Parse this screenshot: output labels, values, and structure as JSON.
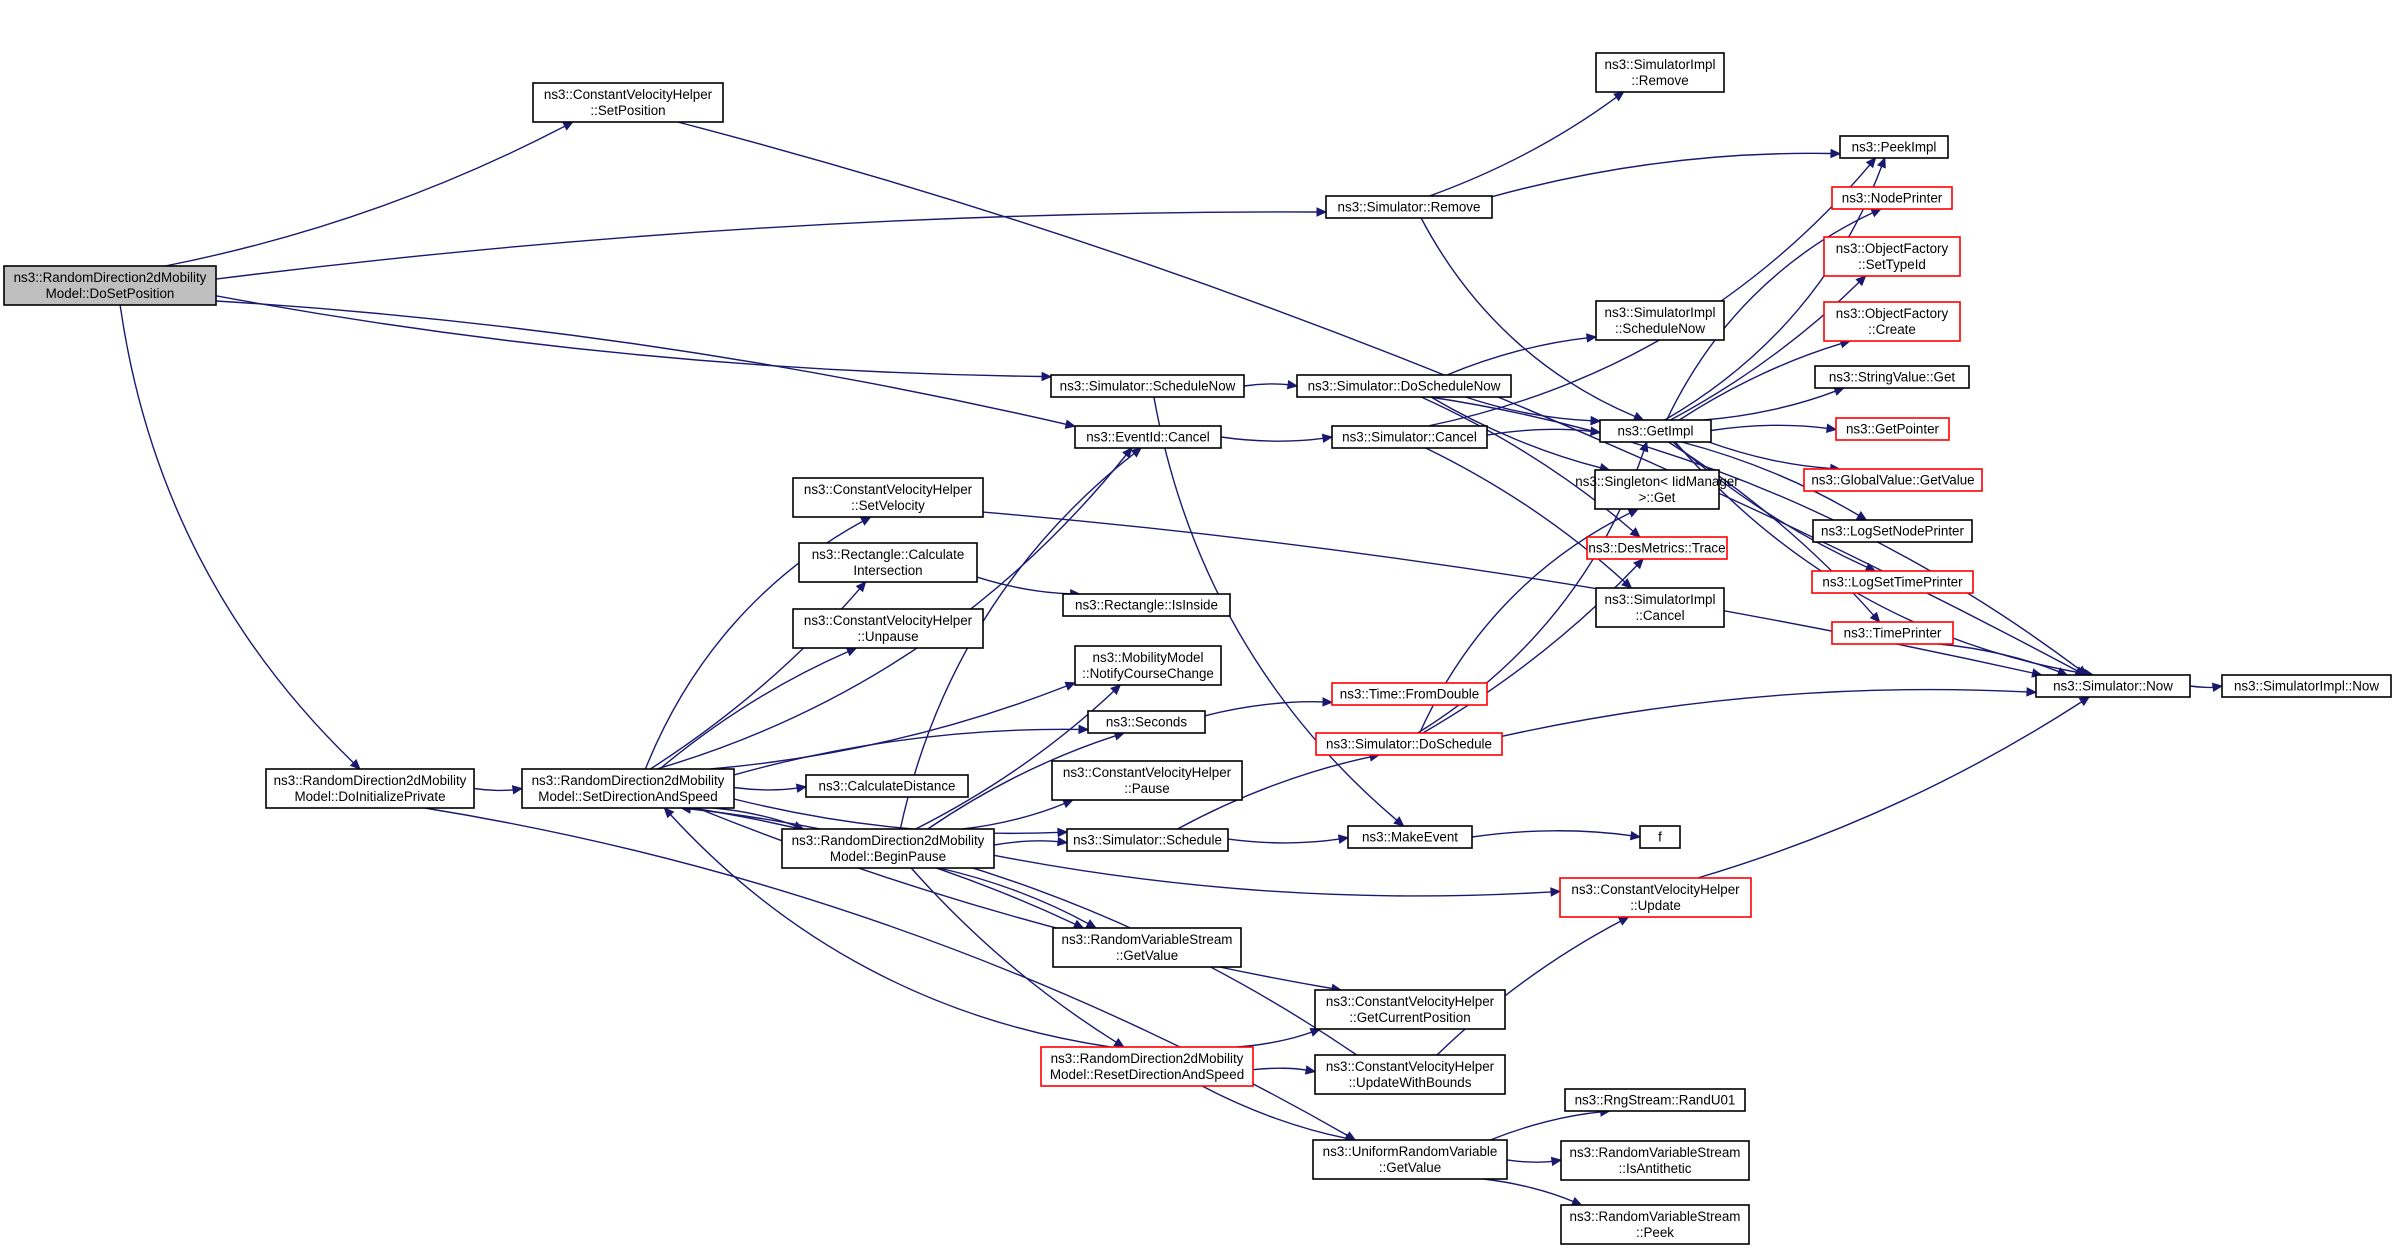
{
  "colors": {
    "edge": "#191970",
    "border_default": "#000000",
    "border_undocumented": "#ff0000",
    "fill_default": "#ffffff",
    "fill_focus": "#bfbfbf"
  },
  "nodes": [
    {
      "id": "doset",
      "lines": [
        "ns3::RandomDirection2dMobility",
        "Model::DoSetPosition"
      ],
      "style": "focus"
    },
    {
      "id": "cvh_setpos",
      "lines": [
        "ns3::ConstantVelocityHelper",
        "::SetPosition"
      ],
      "style": "normal"
    },
    {
      "id": "sim_remove",
      "lines": [
        "ns3::Simulator::Remove"
      ],
      "style": "normal"
    },
    {
      "id": "simimpl_remove",
      "lines": [
        "ns3::SimulatorImpl",
        "::Remove"
      ],
      "style": "normal"
    },
    {
      "id": "peekimpl",
      "lines": [
        "ns3::PeekImpl"
      ],
      "style": "normal"
    },
    {
      "id": "nodeprinter",
      "lines": [
        "ns3::NodePrinter"
      ],
      "style": "red"
    },
    {
      "id": "of_settypeid",
      "lines": [
        "ns3::ObjectFactory",
        "::SetTypeId"
      ],
      "style": "red"
    },
    {
      "id": "of_create",
      "lines": [
        "ns3::ObjectFactory",
        "::Create"
      ],
      "style": "red"
    },
    {
      "id": "stringvalue_get",
      "lines": [
        "ns3::StringValue::Get"
      ],
      "style": "normal"
    },
    {
      "id": "getpointer",
      "lines": [
        "ns3::GetPointer"
      ],
      "style": "red"
    },
    {
      "id": "globalvalue_getvalue",
      "lines": [
        "ns3::GlobalValue::GetValue"
      ],
      "style": "red"
    },
    {
      "id": "logsetnodeprinter",
      "lines": [
        "ns3::LogSetNodePrinter"
      ],
      "style": "normal"
    },
    {
      "id": "logsettimeprinter",
      "lines": [
        "ns3::LogSetTimePrinter"
      ],
      "style": "red"
    },
    {
      "id": "timeprinter",
      "lines": [
        "ns3::TimePrinter"
      ],
      "style": "red"
    },
    {
      "id": "sim_now",
      "lines": [
        "ns3::Simulator::Now"
      ],
      "style": "normal"
    },
    {
      "id": "simimpl_now",
      "lines": [
        "ns3::SimulatorImpl::Now"
      ],
      "style": "normal"
    },
    {
      "id": "simimpl_schedulenow",
      "lines": [
        "ns3::SimulatorImpl",
        "::ScheduleNow"
      ],
      "style": "normal"
    },
    {
      "id": "sim_schedulenow",
      "lines": [
        "ns3::Simulator::ScheduleNow"
      ],
      "style": "normal"
    },
    {
      "id": "sim_doschedulenow",
      "lines": [
        "ns3::Simulator::DoScheduleNow"
      ],
      "style": "normal"
    },
    {
      "id": "getimpl",
      "lines": [
        "ns3::GetImpl"
      ],
      "style": "normal"
    },
    {
      "id": "eventid_cancel",
      "lines": [
        "ns3::EventId::Cancel"
      ],
      "style": "normal"
    },
    {
      "id": "sim_cancel",
      "lines": [
        "ns3::Simulator::Cancel"
      ],
      "style": "normal"
    },
    {
      "id": "singleton_get",
      "lines": [
        "ns3::Singleton< IidManager",
        ">::Get"
      ],
      "style": "normal"
    },
    {
      "id": "desmetrics_trace",
      "lines": [
        "ns3::DesMetrics::Trace"
      ],
      "style": "red"
    },
    {
      "id": "simimpl_cancel",
      "lines": [
        "ns3::SimulatorImpl",
        "::Cancel"
      ],
      "style": "normal"
    },
    {
      "id": "cvh_setvelocity",
      "lines": [
        "ns3::ConstantVelocityHelper",
        "::SetVelocity"
      ],
      "style": "normal"
    },
    {
      "id": "rect_calcint",
      "lines": [
        "ns3::Rectangle::Calculate",
        "Intersection"
      ],
      "style": "normal"
    },
    {
      "id": "rect_isinside",
      "lines": [
        "ns3::Rectangle::IsInside"
      ],
      "style": "normal"
    },
    {
      "id": "cvh_unpause",
      "lines": [
        "ns3::ConstantVelocityHelper",
        "::Unpause"
      ],
      "style": "normal"
    },
    {
      "id": "mm_notify",
      "lines": [
        "ns3::MobilityModel",
        "::NotifyCourseChange"
      ],
      "style": "normal"
    },
    {
      "id": "seconds",
      "lines": [
        "ns3::Seconds"
      ],
      "style": "normal"
    },
    {
      "id": "time_fromdouble",
      "lines": [
        "ns3::Time::FromDouble"
      ],
      "style": "red"
    },
    {
      "id": "sim_doschedule",
      "lines": [
        "ns3::Simulator::DoSchedule"
      ],
      "style": "red"
    },
    {
      "id": "doinit",
      "lines": [
        "ns3::RandomDirection2dMobility",
        "Model::DoInitializePrivate"
      ],
      "style": "normal"
    },
    {
      "id": "setdir",
      "lines": [
        "ns3::RandomDirection2dMobility",
        "Model::SetDirectionAndSpeed"
      ],
      "style": "normal"
    },
    {
      "id": "calcdistance",
      "lines": [
        "ns3::CalculateDistance"
      ],
      "style": "normal"
    },
    {
      "id": "cvh_pause",
      "lines": [
        "ns3::ConstantVelocityHelper",
        "::Pause"
      ],
      "style": "normal"
    },
    {
      "id": "beginpause",
      "lines": [
        "ns3::RandomDirection2dMobility",
        "Model::BeginPause"
      ],
      "style": "normal"
    },
    {
      "id": "sim_schedule",
      "lines": [
        "ns3::Simulator::Schedule"
      ],
      "style": "normal"
    },
    {
      "id": "makeevent",
      "lines": [
        "ns3::MakeEvent"
      ],
      "style": "normal"
    },
    {
      "id": "f",
      "lines": [
        "f"
      ],
      "style": "normal"
    },
    {
      "id": "cvh_update",
      "lines": [
        "ns3::ConstantVelocityHelper",
        "::Update"
      ],
      "style": "red"
    },
    {
      "id": "rvs_getvalue",
      "lines": [
        "ns3::RandomVariableStream",
        "::GetValue"
      ],
      "style": "normal"
    },
    {
      "id": "cvh_getcurpos",
      "lines": [
        "ns3::ConstantVelocityHelper",
        "::GetCurrentPosition"
      ],
      "style": "normal"
    },
    {
      "id": "resetdir",
      "lines": [
        "ns3::RandomDirection2dMobility",
        "Model::ResetDirectionAndSpeed"
      ],
      "style": "red"
    },
    {
      "id": "cvh_updatebounds",
      "lines": [
        "ns3::ConstantVelocityHelper",
        "::UpdateWithBounds"
      ],
      "style": "normal"
    },
    {
      "id": "rngstream_randu01",
      "lines": [
        "ns3::RngStream::RandU01"
      ],
      "style": "normal"
    },
    {
      "id": "urv_getvalue",
      "lines": [
        "ns3::UniformRandomVariable",
        "::GetValue"
      ],
      "style": "normal"
    },
    {
      "id": "rvs_isantithetic",
      "lines": [
        "ns3::RandomVariableStream",
        "::IsAntithetic"
      ],
      "style": "normal"
    },
    {
      "id": "rvs_peek",
      "lines": [
        "ns3::RandomVariableStream",
        "::Peek"
      ],
      "style": "normal"
    }
  ],
  "edges": [
    [
      "doset",
      "cvh_setpos"
    ],
    [
      "doset",
      "sim_remove"
    ],
    [
      "doset",
      "sim_schedulenow"
    ],
    [
      "doset",
      "eventid_cancel"
    ],
    [
      "doset",
      "doinit"
    ],
    [
      "cvh_setpos",
      "sim_now"
    ],
    [
      "sim_remove",
      "simimpl_remove"
    ],
    [
      "sim_remove",
      "peekimpl"
    ],
    [
      "sim_remove",
      "getimpl"
    ],
    [
      "sim_schedulenow",
      "sim_doschedulenow"
    ],
    [
      "sim_schedulenow",
      "makeevent"
    ],
    [
      "sim_doschedulenow",
      "simimpl_schedulenow"
    ],
    [
      "sim_doschedulenow",
      "getimpl"
    ],
    [
      "sim_doschedulenow",
      "sim_now"
    ],
    [
      "sim_doschedulenow",
      "singleton_get"
    ],
    [
      "sim_doschedulenow",
      "desmetrics_trace"
    ],
    [
      "eventid_cancel",
      "sim_cancel"
    ],
    [
      "sim_cancel",
      "getimpl"
    ],
    [
      "sim_cancel",
      "peekimpl"
    ],
    [
      "sim_cancel",
      "simimpl_cancel"
    ],
    [
      "getimpl",
      "peekimpl"
    ],
    [
      "getimpl",
      "nodeprinter"
    ],
    [
      "getimpl",
      "of_settypeid"
    ],
    [
      "getimpl",
      "of_create"
    ],
    [
      "getimpl",
      "stringvalue_get"
    ],
    [
      "getimpl",
      "getpointer"
    ],
    [
      "getimpl",
      "globalvalue_getvalue"
    ],
    [
      "getimpl",
      "logsetnodeprinter"
    ],
    [
      "getimpl",
      "logsettimeprinter"
    ],
    [
      "getimpl",
      "timeprinter"
    ],
    [
      "getimpl",
      "sim_now"
    ],
    [
      "timeprinter",
      "sim_now"
    ],
    [
      "sim_now",
      "simimpl_now"
    ],
    [
      "cvh_setvelocity",
      "sim_now"
    ],
    [
      "rect_calcint",
      "rect_isinside"
    ],
    [
      "seconds",
      "time_fromdouble"
    ],
    [
      "sim_doschedule",
      "getimpl"
    ],
    [
      "sim_doschedule",
      "singleton_get"
    ],
    [
      "sim_doschedule",
      "desmetrics_trace"
    ],
    [
      "sim_doschedule",
      "sim_now"
    ],
    [
      "doinit",
      "setdir"
    ],
    [
      "doinit",
      "urv_getvalue"
    ],
    [
      "setdir",
      "eventid_cancel"
    ],
    [
      "setdir",
      "cvh_setvelocity"
    ],
    [
      "setdir",
      "rect_calcint"
    ],
    [
      "setdir",
      "cvh_unpause"
    ],
    [
      "setdir",
      "mm_notify"
    ],
    [
      "setdir",
      "seconds"
    ],
    [
      "setdir",
      "calcdistance"
    ],
    [
      "setdir",
      "beginpause"
    ],
    [
      "setdir",
      "sim_schedule"
    ],
    [
      "setdir",
      "rvs_getvalue"
    ],
    [
      "setdir",
      "cvh_getcurpos"
    ],
    [
      "beginpause",
      "eventid_cancel"
    ],
    [
      "beginpause",
      "mm_notify"
    ],
    [
      "beginpause",
      "seconds"
    ],
    [
      "beginpause",
      "cvh_pause"
    ],
    [
      "beginpause",
      "sim_schedule"
    ],
    [
      "beginpause",
      "cvh_update"
    ],
    [
      "beginpause",
      "rvs_getvalue"
    ],
    [
      "beginpause",
      "resetdir"
    ],
    [
      "sim_schedule",
      "sim_doschedule"
    ],
    [
      "sim_schedule",
      "makeevent"
    ],
    [
      "makeevent",
      "f"
    ],
    [
      "cvh_update",
      "sim_now"
    ],
    [
      "resetdir",
      "setdir"
    ],
    [
      "resetdir",
      "cvh_getcurpos"
    ],
    [
      "resetdir",
      "cvh_updatebounds"
    ],
    [
      "resetdir",
      "urv_getvalue"
    ],
    [
      "cvh_updatebounds",
      "cvh_update"
    ],
    [
      "cvh_updatebounds",
      "setdir"
    ],
    [
      "urv_getvalue",
      "rngstream_randu01"
    ],
    [
      "urv_getvalue",
      "rvs_isantithetic"
    ],
    [
      "urv_getvalue",
      "rvs_peek"
    ]
  ]
}
